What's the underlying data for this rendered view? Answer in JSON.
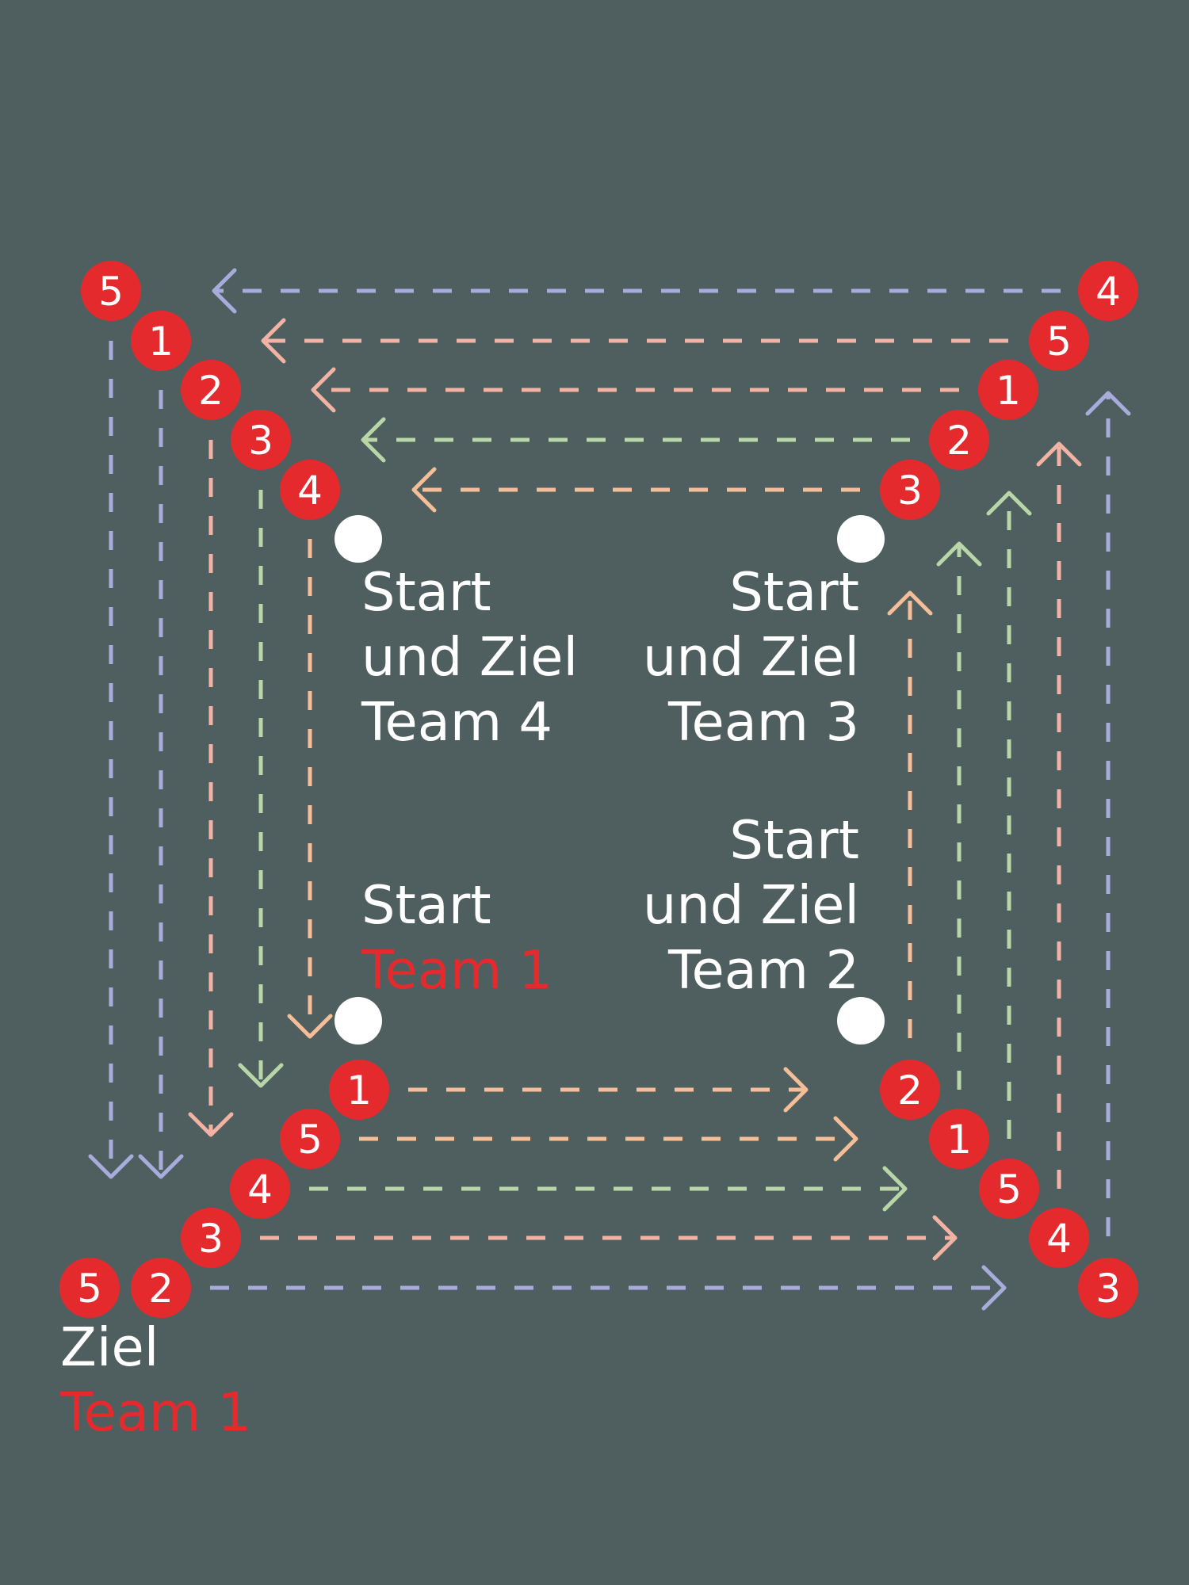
{
  "colors": {
    "background": "#4f5f60",
    "badge": "#e52a2e",
    "team_label": "#e52a2e",
    "text": "#ffffff",
    "marker": "#ffffff",
    "route_blue": "#a7acdb",
    "route_salmon": "#f2b3a4",
    "route_green": "#b8d6a7",
    "route_orange": "#f6be97"
  },
  "labels": {
    "start_team1": {
      "start": "Start",
      "team": "Team 1"
    },
    "team2": {
      "line1": "Start",
      "line2": "und Ziel",
      "line3": "Team 2"
    },
    "team3": {
      "line1": "Start",
      "line2": "und Ziel",
      "line3": "Team 3"
    },
    "team4": {
      "line1": "Start",
      "line2": "und Ziel",
      "line3": "Team 4"
    },
    "finish_team1": {
      "line1": "Ziel",
      "team": "Team 1"
    }
  },
  "badges": [
    "5",
    "1",
    "2",
    "3",
    "4",
    "4",
    "5",
    "1",
    "2",
    "3",
    "2",
    "1",
    "5",
    "4",
    "3",
    "1",
    "5",
    "4",
    "3",
    "2",
    "5"
  ]
}
